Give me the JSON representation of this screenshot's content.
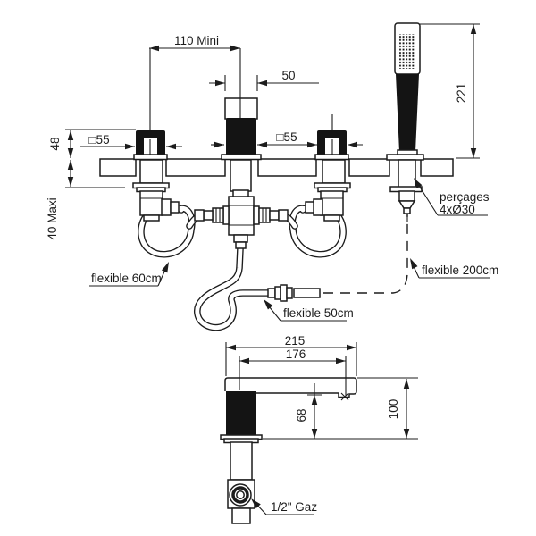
{
  "drawing": {
    "background": "#ffffff",
    "line_color": "#1c1c1c",
    "top_view": {
      "dim_center_spacing": "110 Mini",
      "dim_diverter_top_width": "50",
      "dim_handle_square_left": "□55",
      "dim_handle_square_right": "□55",
      "dim_height_above_deck": "48",
      "dim_deck_thickness_max": "40 Maxi",
      "dim_handshower_height": "221",
      "drill_label_line1": "perçages",
      "drill_label_line2": "4xØ30",
      "hose_supply_label": "flexible 60cm",
      "hose_handshower_label": "flexible 200cm",
      "hose_outlet_label": "flexible 50cm"
    },
    "bottom_view": {
      "dim_total_length": "215",
      "dim_outlet_projection": "176",
      "dim_underside_height": "68",
      "dim_total_height": "100",
      "connection_label": "1/2\" Gaz"
    }
  }
}
